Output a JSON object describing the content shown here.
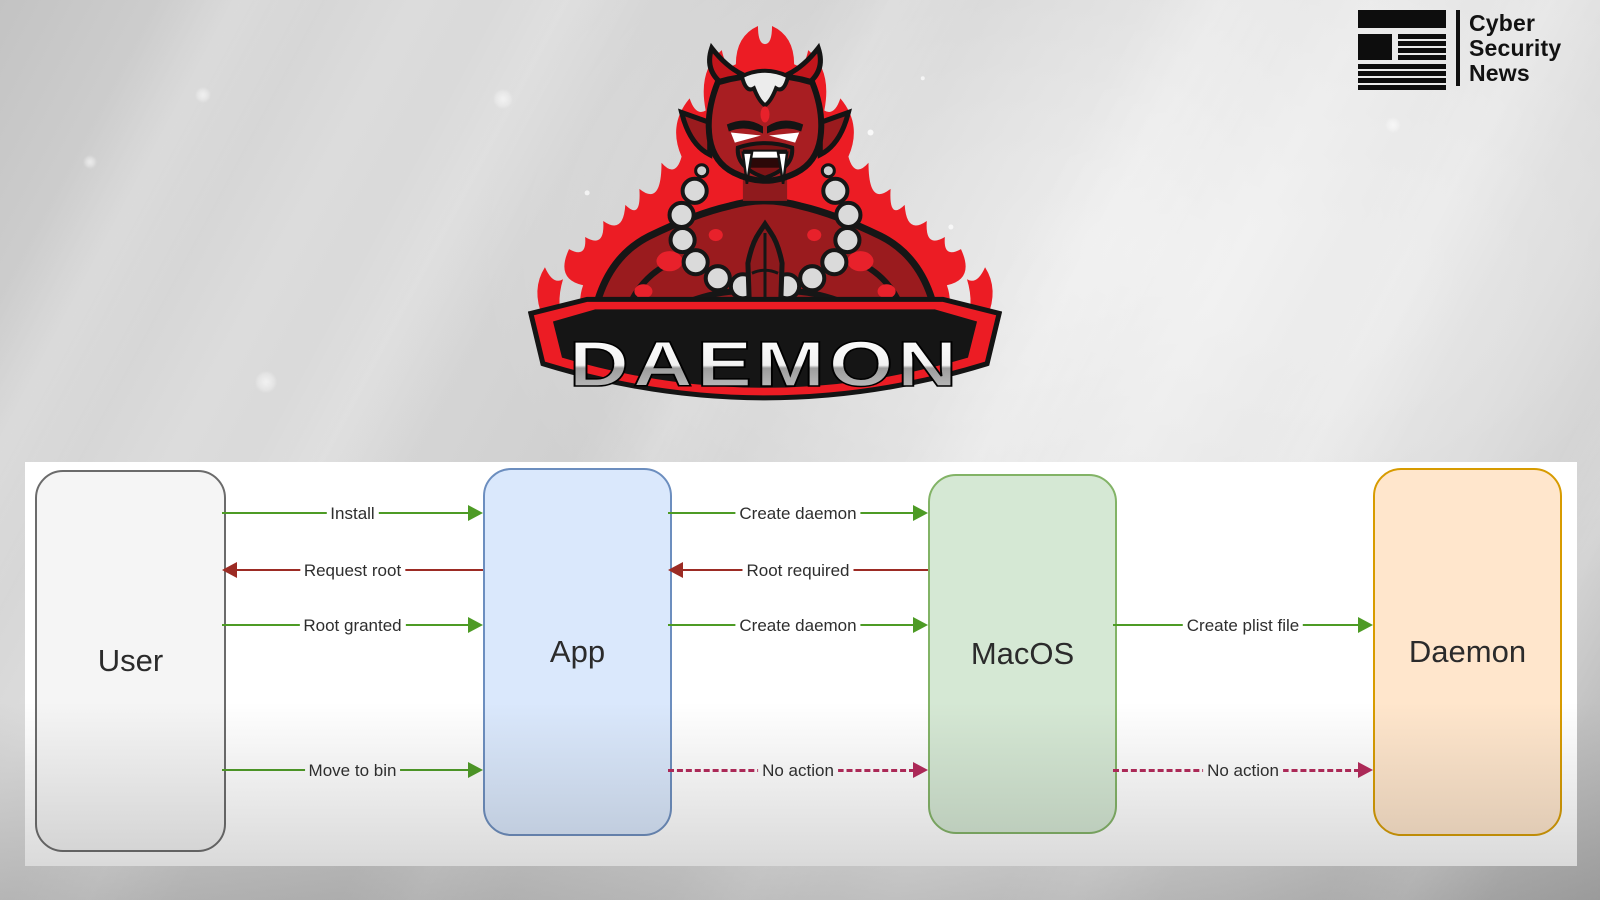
{
  "brand": {
    "icon": "newspaper-icon",
    "name_lines": [
      "Cyber",
      "Security",
      "News"
    ]
  },
  "hero": {
    "title": "DAEMON"
  },
  "diagram": {
    "nodes": [
      {
        "label": "User",
        "fill": "#f5f5f5",
        "border": "#6b6b6b"
      },
      {
        "label": "App",
        "fill": "#dae8fc",
        "border": "#6c8ebf"
      },
      {
        "label": "MacOS",
        "fill": "#d5e8d4",
        "border": "#82b366"
      },
      {
        "label": "Daemon",
        "fill": "#ffe6cc",
        "border": "#d79b00"
      }
    ],
    "edges": [
      {
        "label": "Install",
        "from": "User",
        "to": "App",
        "color": "#4d9b25",
        "style": "solid"
      },
      {
        "label": "Request root",
        "from": "App",
        "to": "User",
        "color": "#9c2b24",
        "style": "solid"
      },
      {
        "label": "Root granted",
        "from": "User",
        "to": "App",
        "color": "#4d9b25",
        "style": "solid"
      },
      {
        "label": "Create daemon",
        "from": "App",
        "to": "MacOS",
        "color": "#4d9b25",
        "style": "solid"
      },
      {
        "label": "Root required",
        "from": "MacOS",
        "to": "App",
        "color": "#9c2b24",
        "style": "solid"
      },
      {
        "label": "Create daemon",
        "from": "App",
        "to": "MacOS",
        "color": "#4d9b25",
        "style": "solid"
      },
      {
        "label": "Create plist file",
        "from": "MacOS",
        "to": "Daemon",
        "color": "#4d9b25",
        "style": "solid"
      },
      {
        "label": "Move to bin",
        "from": "User",
        "to": "App",
        "color": "#4d9b25",
        "style": "solid"
      },
      {
        "label": "No action",
        "from": "App",
        "to": "MacOS",
        "color": "#b5285a",
        "style": "dashed"
      },
      {
        "label": "No action",
        "from": "MacOS",
        "to": "Daemon",
        "color": "#b5285a",
        "style": "dashed"
      }
    ]
  }
}
